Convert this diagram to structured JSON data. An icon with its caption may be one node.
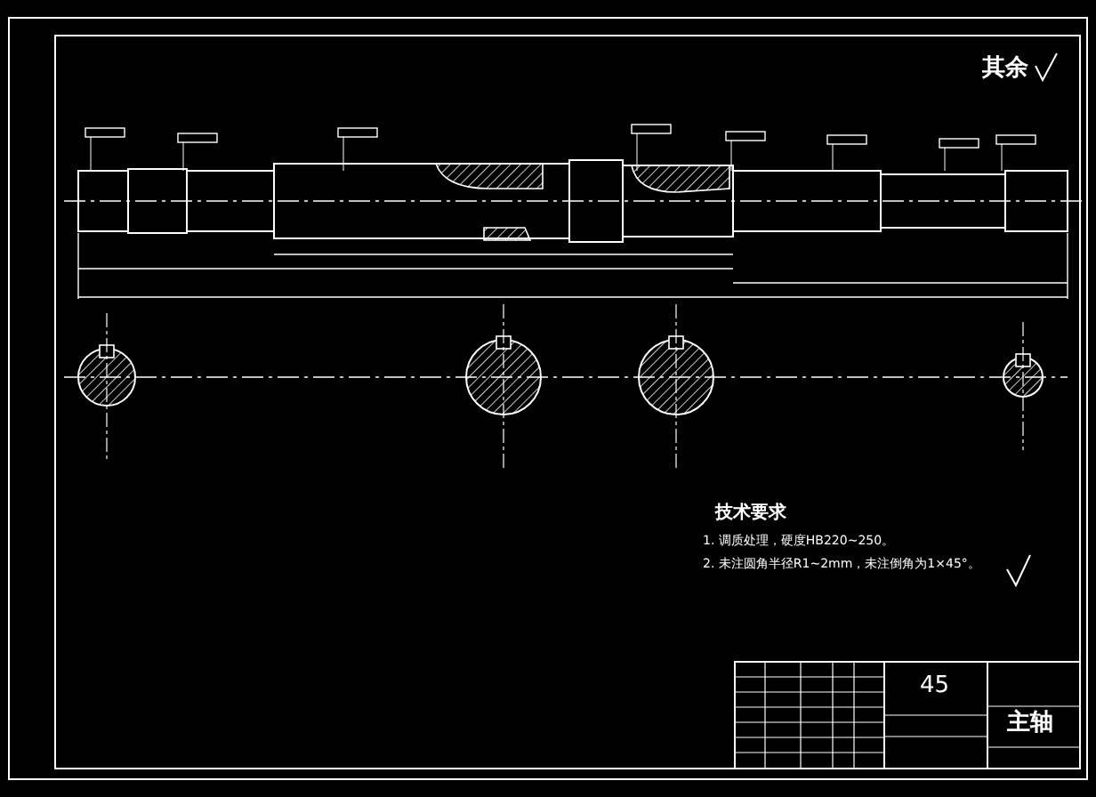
{
  "diagram": {
    "labels": [
      "其余",
      "技术要求",
      "1. 调质处理，硬度HB220~250。",
      "2. 未注圆角半径R1~2mm，未注倒角为1×45°。",
      "45",
      "主轴"
    ]
  }
}
